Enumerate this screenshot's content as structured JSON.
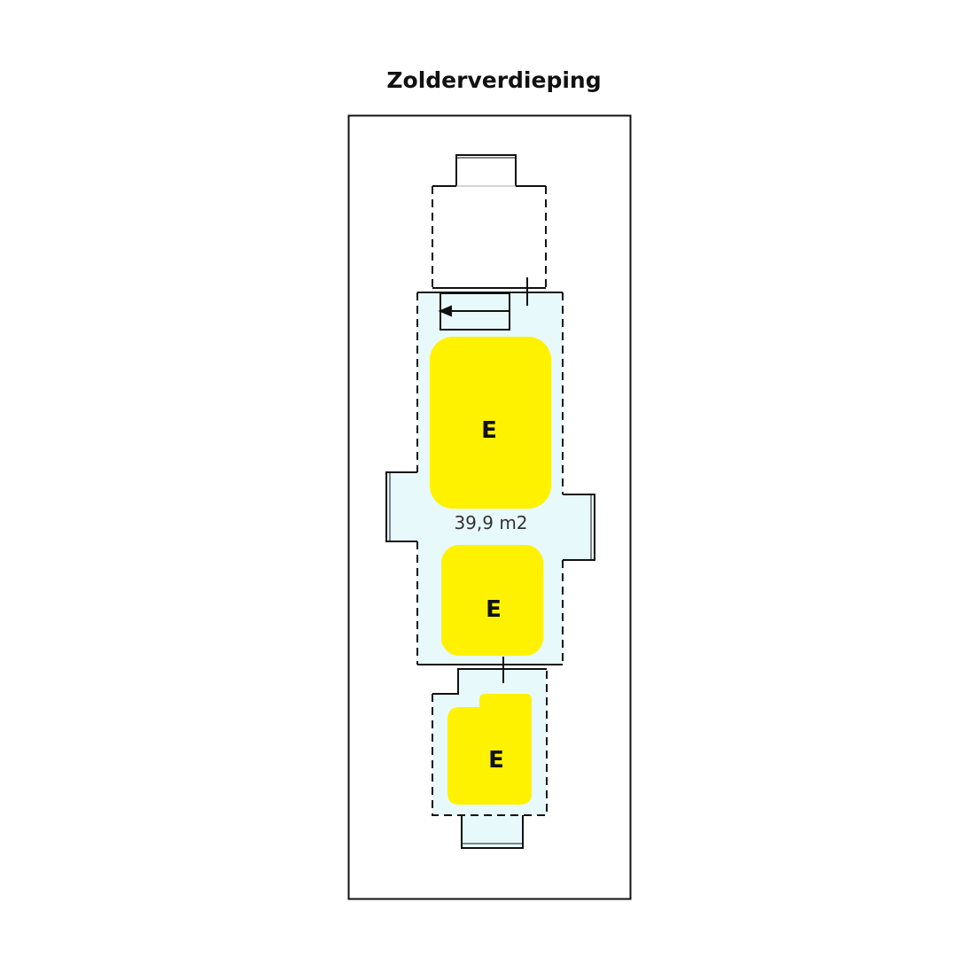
{
  "title": "Zolderverdieping",
  "rooms": [
    {
      "label": "E"
    },
    {
      "label": "E"
    },
    {
      "label": "E"
    }
  ],
  "area_label": "39,9 m2",
  "colors": {
    "highlight": "#fff200",
    "floor": "#e8f9fb",
    "line": "#111111"
  }
}
